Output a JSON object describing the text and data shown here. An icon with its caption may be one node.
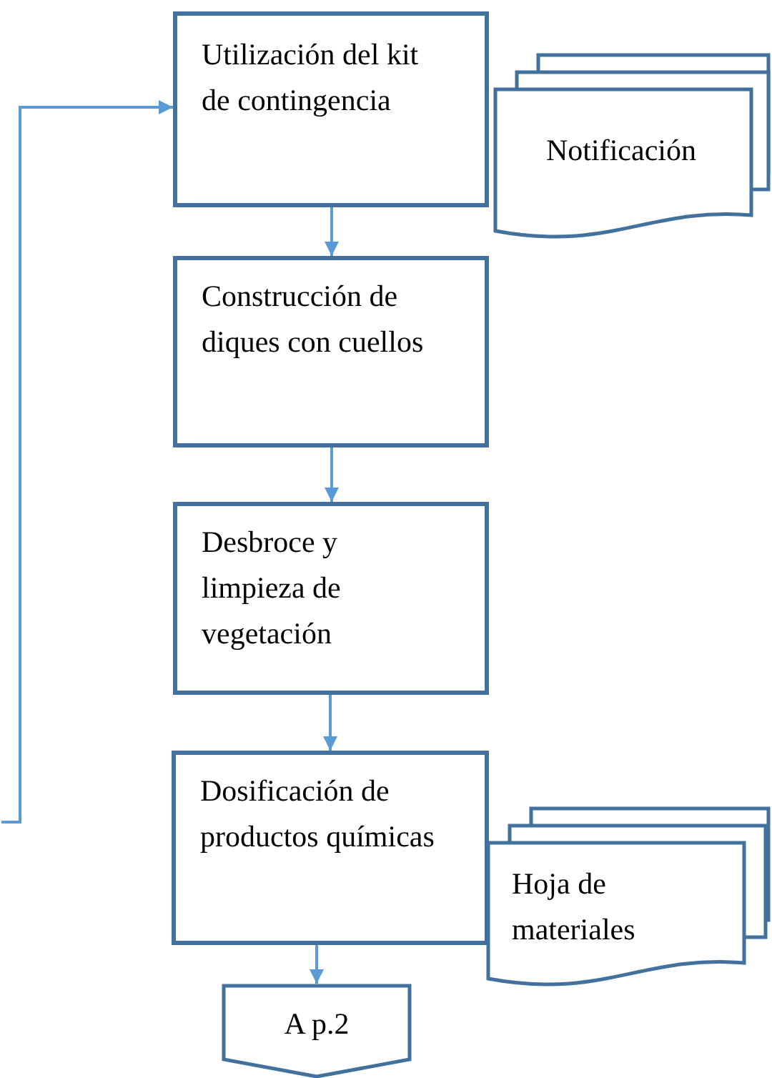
{
  "diagram": {
    "nodes": [
      {
        "text": [
          "Utilización del kit de contingencia"
        ]
      },
      {
        "text": [
          "Notificación"
        ]
      },
      {
        "text": [
          "Construcción de diques con cuellos"
        ]
      },
      {
        "text": [
          "Desbroce y limpieza de vegetación"
        ]
      },
      {
        "text": [
          "Dosificación de productos químicas"
        ]
      },
      {
        "text": [
          "Hoja de materiales"
        ]
      },
      {
        "text": [
          "A p.2"
        ]
      }
    ],
    "edges": [
      {
        "from": null,
        "to": 0,
        "arrow": "to"
      },
      {
        "from": 0,
        "to": 2,
        "arrow": "to"
      },
      {
        "from": 2,
        "to": 3,
        "arrow": "to"
      },
      {
        "from": 3,
        "to": 4,
        "arrow": "to"
      },
      {
        "from": 4,
        "to": 6,
        "arrow": "to"
      }
    ]
  }
}
